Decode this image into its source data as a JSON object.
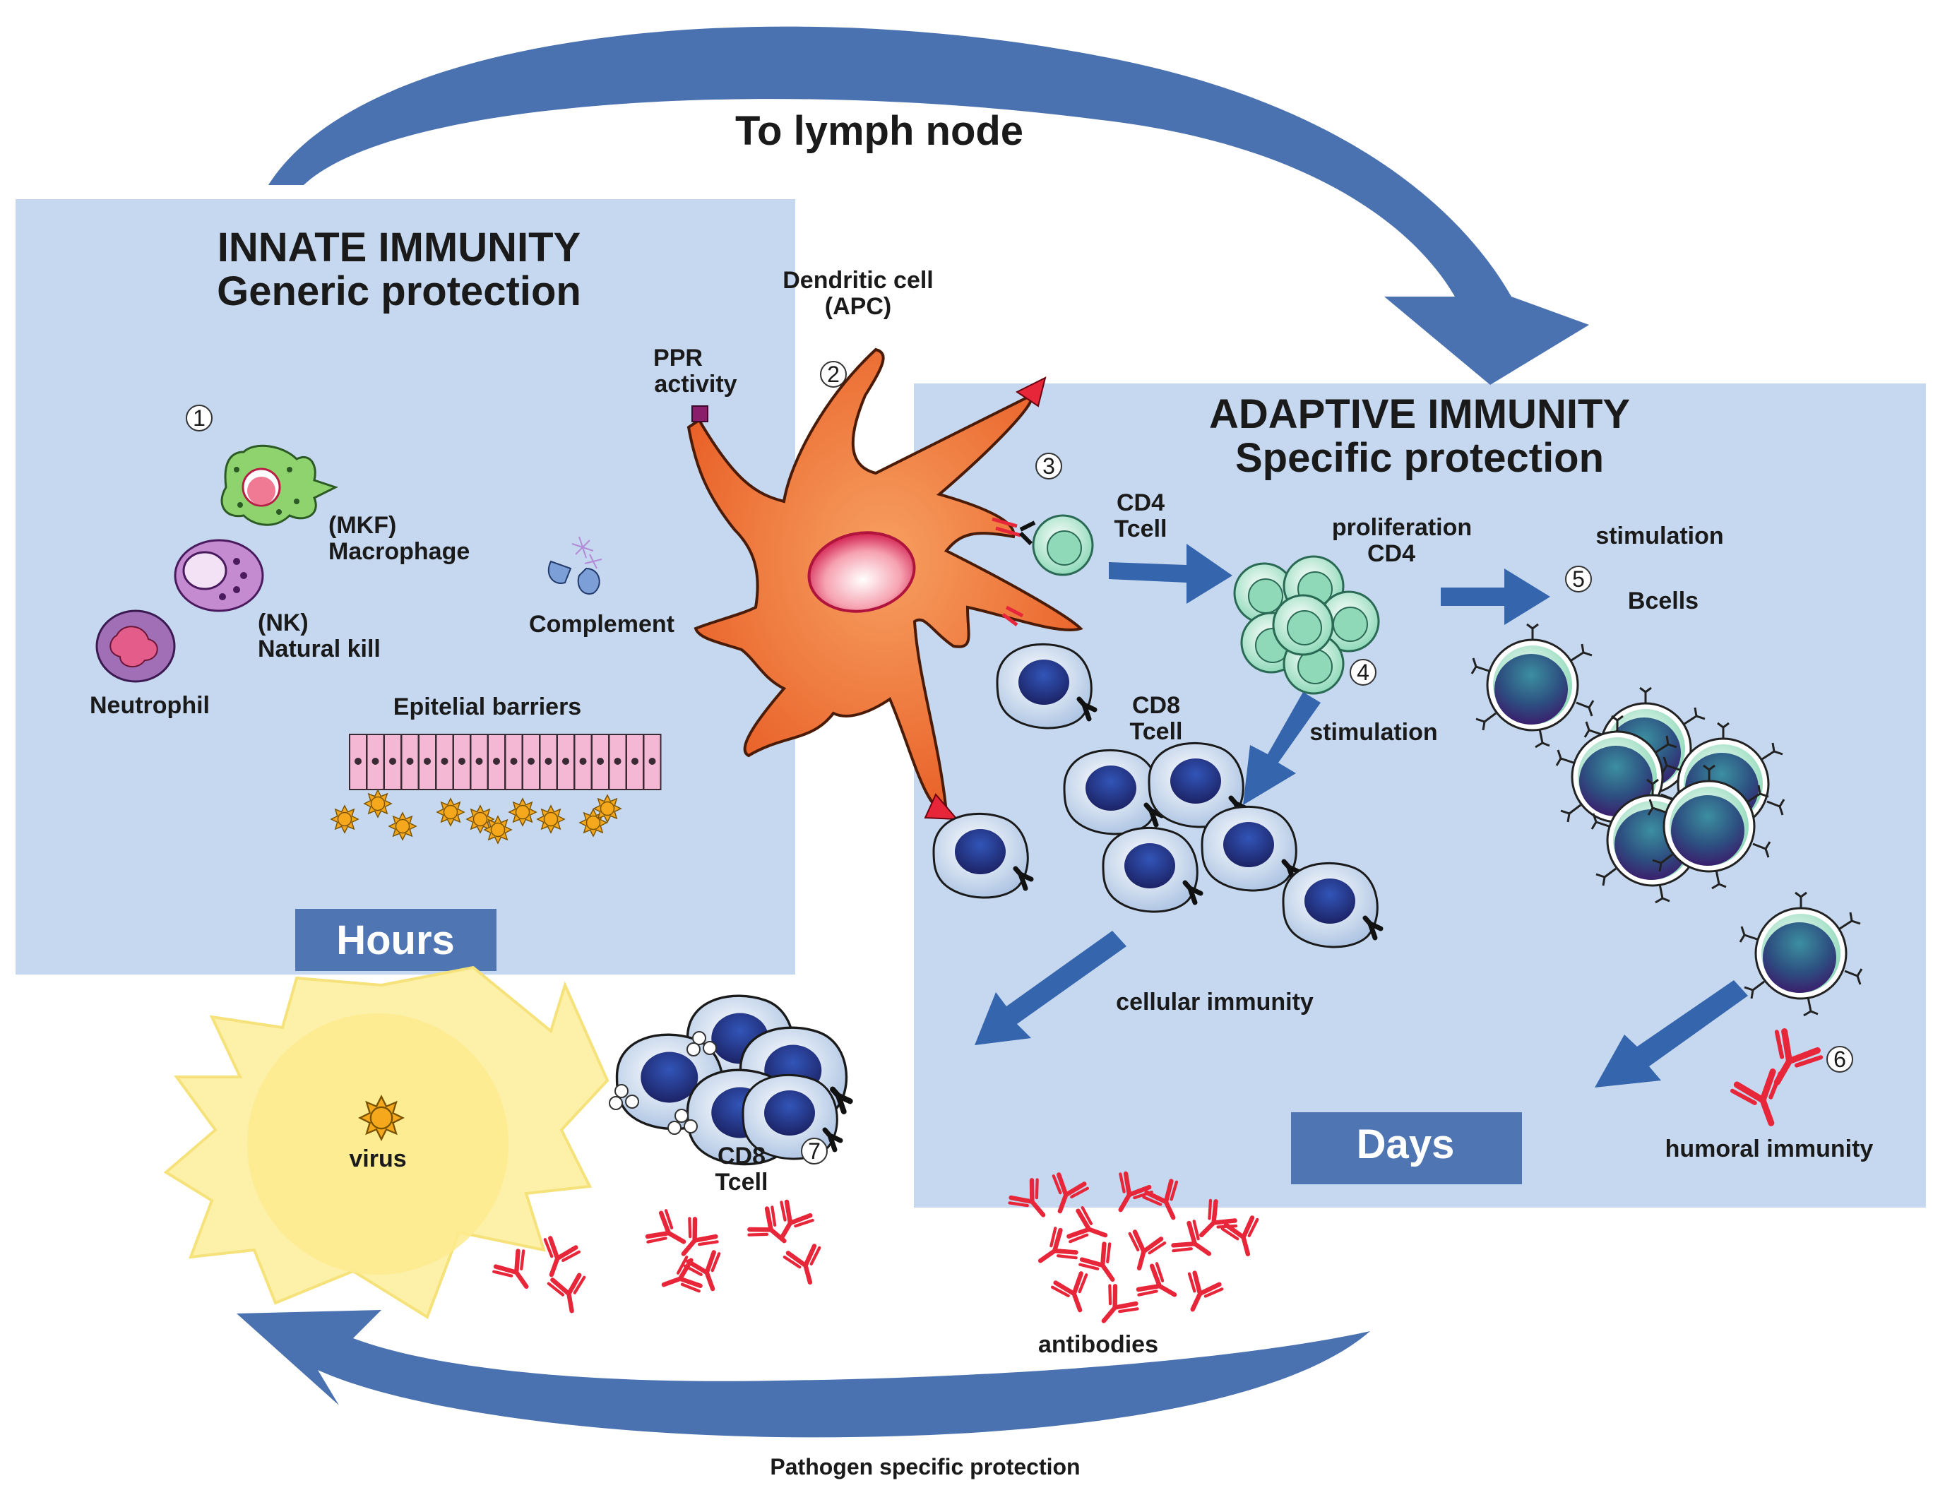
{
  "top_arrow_label": "To lymph node",
  "bottom_arrow_label": "Pathogen specific protection",
  "colors": {
    "panel": "#c6d8ef",
    "arrow": "#4b72b0",
    "tag": "#4f75b3",
    "antibody": "#e8263a",
    "virus": "#f5a81c",
    "dendritic": "#ef6b2e",
    "sun": "#fdf0a8"
  },
  "innate": {
    "title": "INNATE IMMUNITY",
    "subtitle": "Generic protection",
    "step": "1",
    "macrophage": [
      "(MKF)",
      "Macrophage"
    ],
    "nk": [
      "(NK)",
      "Natural kill"
    ],
    "neutrophil": "Neutrophil",
    "complement": "Complement",
    "barriers": "Epitelial barriers",
    "time": "Hours"
  },
  "dendritic": {
    "label": [
      "Dendritic cell",
      "(APC)"
    ],
    "ppr": [
      "PPR",
      "activity"
    ],
    "step": "2"
  },
  "adaptive": {
    "title": "ADAPTIVE IMMUNITY",
    "subtitle": "Specific protection",
    "step3": "3",
    "cd4": [
      "CD4",
      "Tcell"
    ],
    "prolif": [
      "proliferation",
      "CD4"
    ],
    "step4": "4",
    "stim_top": "stimulation",
    "step5": "5",
    "bcells": "Bcells",
    "cd8": [
      "CD8",
      "Tcell"
    ],
    "stim_mid": "stimulation",
    "cellular": "cellular immunity",
    "step6": "6",
    "humoral": "humoral immunity",
    "time": "Days"
  },
  "bottom": {
    "virus": "virus",
    "cd8": [
      "CD8",
      "Tcell"
    ],
    "step7": "7",
    "antibodies": "antibodies"
  }
}
